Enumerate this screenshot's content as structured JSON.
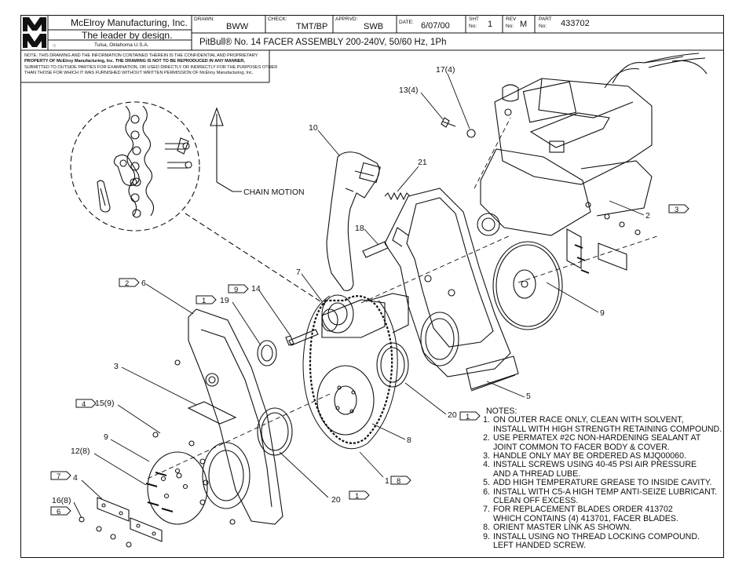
{
  "title_block": {
    "company": "McElroy Manufacturing, Inc.",
    "slogan": "The leader by design.",
    "location": "Tulsa, Oklahoma U.S.A.",
    "drawn_label": "DRAWN:",
    "drawn_value": "BWW",
    "check_label": "CHECK:",
    "check_value": "TMT/BP",
    "apprvd_label": "APPRVD:",
    "apprvd_value": "SWB",
    "date_label": "DATE:",
    "date_value": "6/07/00",
    "sht_label_1": "SHT",
    "sht_label_2": "No:",
    "sht_value": "1",
    "rev_label_1": "REV",
    "rev_label_2": "No:",
    "rev_value": "M",
    "part_label_1": "PART",
    "part_label_2": "No:",
    "part_value": "433702",
    "title": "PitBull® No. 14 FACER ASSEMBLY 200-240V, 50/60 Hz, 1Ph"
  },
  "notice_lines": [
    "NOTE: THIS DRAWING AND THE INFORMATION CONTAINED THEREIN IS THE CONFIDENTIAL AND PROPRIETARY",
    "PROPERTY OF McElroy Manufacturing, Inc. THE DRAWING IS NOT TO BE REPRODUCED IN ANY MANNER,",
    "SUBMITTED TO OUTSIDE PARTIES FOR EXAMINATION, OR USED DIRECTLY OR INDIRECTLY FOR THE PURPOSES OTHER",
    "THAN THOSE FOR WHICH IT WAS FURNISHED WITHOUT WRITTEN PERMISSION OF McElroy Manufacturing, Inc."
  ],
  "chain_motion_label": "CHAIN MOTION",
  "callouts": [
    {
      "label": "17(4)"
    },
    {
      "label": "13(4)"
    },
    {
      "label": "10"
    },
    {
      "label": "21"
    },
    {
      "label": "18"
    },
    {
      "label": "7"
    },
    {
      "label": "14"
    },
    {
      "label": "19"
    },
    {
      "label": "6"
    },
    {
      "label": "3"
    },
    {
      "label": "15(9)"
    },
    {
      "label": "9"
    },
    {
      "label": "12(8)"
    },
    {
      "label": "4"
    },
    {
      "label": "16(8)"
    },
    {
      "label": "20"
    },
    {
      "label": "20"
    },
    {
      "label": "8"
    },
    {
      "label": "1"
    },
    {
      "label": "5"
    },
    {
      "label": "9"
    },
    {
      "label": "2"
    }
  ],
  "note_flags": [
    {
      "label": "3"
    },
    {
      "label": "2"
    },
    {
      "label": "9"
    },
    {
      "label": "1"
    },
    {
      "label": "4"
    },
    {
      "label": "7"
    },
    {
      "label": "6"
    },
    {
      "label": "1"
    },
    {
      "label": "8"
    },
    {
      "label": "1"
    }
  ],
  "notes": {
    "heading": "NOTES:",
    "items": [
      {
        "num": "1.",
        "lines": [
          "ON OUTER RACE ONLY, CLEAN WITH SOLVENT,",
          "INSTALL WITH HIGH STRENGTH RETAINING COMPOUND."
        ]
      },
      {
        "num": "2.",
        "lines": [
          "USE PERMATEX #2C NON-HARDENING SEALANT AT",
          "JOINT COMMON TO FACER BODY & COVER."
        ]
      },
      {
        "num": "3.",
        "lines": [
          "HANDLE ONLY MAY BE ORDERED AS MJQ00060."
        ]
      },
      {
        "num": "4.",
        "lines": [
          "INSTALL SCREWS USING 40-45 PSI AIR PRESSURE",
          "AND A THREAD LUBE."
        ]
      },
      {
        "num": "5.",
        "lines": [
          "ADD HIGH TEMPERATURE GREASE TO INSIDE CAVITY."
        ]
      },
      {
        "num": "6.",
        "lines": [
          "INSTALL WITH C5-A HIGH TEMP ANTI-SEIZE LUBRICANT.",
          "CLEAN OFF EXCESS."
        ]
      },
      {
        "num": "7.",
        "lines": [
          "FOR REPLACEMENT BLADES ORDER 413702",
          "WHICH CONTAINS (4) 413701, FACER BLADES."
        ]
      },
      {
        "num": "8.",
        "lines": [
          "ORIENT MASTER LINK AS SHOWN."
        ]
      },
      {
        "num": "9.",
        "lines": [
          "INSTALL USING NO THREAD LOCKING COMPOUND.",
          "LEFT HANDED SCREW."
        ]
      }
    ]
  }
}
